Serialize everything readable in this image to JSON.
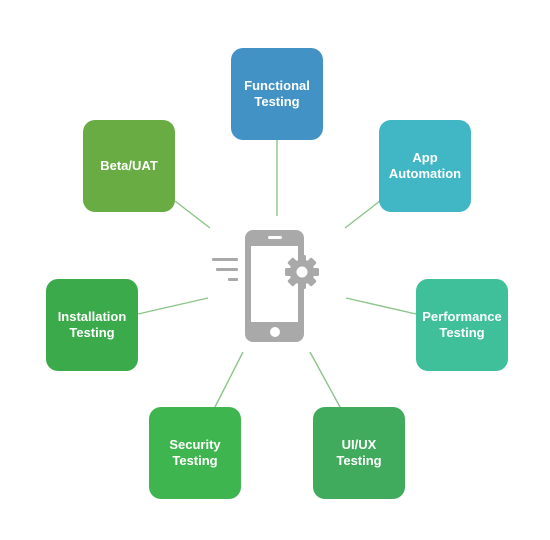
{
  "diagram": {
    "center": {
      "icon": "smartphone-gear-icon"
    },
    "nodes": [
      {
        "id": "functional",
        "line1": "Functional",
        "line2": "Testing",
        "color": "#4292c6"
      },
      {
        "id": "app",
        "line1": "App",
        "line2": "Automation",
        "color": "#41b6c4"
      },
      {
        "id": "performance",
        "line1": "Performance",
        "line2": "Testing",
        "color": "#3fbf9a"
      },
      {
        "id": "uiux",
        "line1": "UI/UX",
        "line2": "Testing",
        "color": "#41ab5d"
      },
      {
        "id": "security",
        "line1": "Security",
        "line2": "Testing",
        "color": "#3fb54f"
      },
      {
        "id": "installation",
        "line1": "Installation",
        "line2": "Testing",
        "color": "#3aaa4a"
      },
      {
        "id": "beta",
        "line1": "Beta/UAT",
        "line2": "",
        "color": "#6aac44"
      }
    ],
    "colors": {
      "connector": "#8cc48a",
      "device": "#a9a9a9"
    }
  }
}
